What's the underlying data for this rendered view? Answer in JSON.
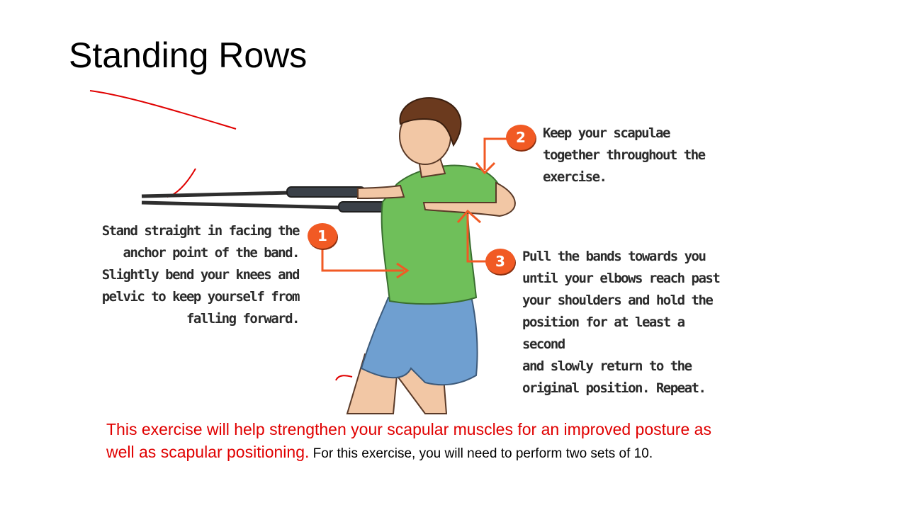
{
  "title": "Standing Rows",
  "steps": [
    {
      "number": "1",
      "text": "Stand straight in facing the\nanchor point of the band.\nSlightly bend your knees and\npelvic to keep yourself from\nfalling forward."
    },
    {
      "number": "2",
      "text": "Keep your scapulae\ntogether throughout the\nexercise."
    },
    {
      "number": "3",
      "text": "Pull the bands towards you\nuntil your elbows reach past\nyour shoulders and hold the\nposition for at least a second\nand slowly return to the\noriginal position. Repeat."
    }
  ],
  "caption": {
    "highlight": "This exercise will help strengthen your scapular muscles for an improved posture as well as scapular positioning.",
    "rest": " For this exercise, you will need to perform two sets of 10."
  },
  "colors": {
    "accent": "#f15a24",
    "annotation_red": "#e00000",
    "shirt": "#6fbf5a",
    "shorts": "#6f9fd0",
    "skin": "#f2c7a5",
    "hair": "#6b3a1e"
  }
}
